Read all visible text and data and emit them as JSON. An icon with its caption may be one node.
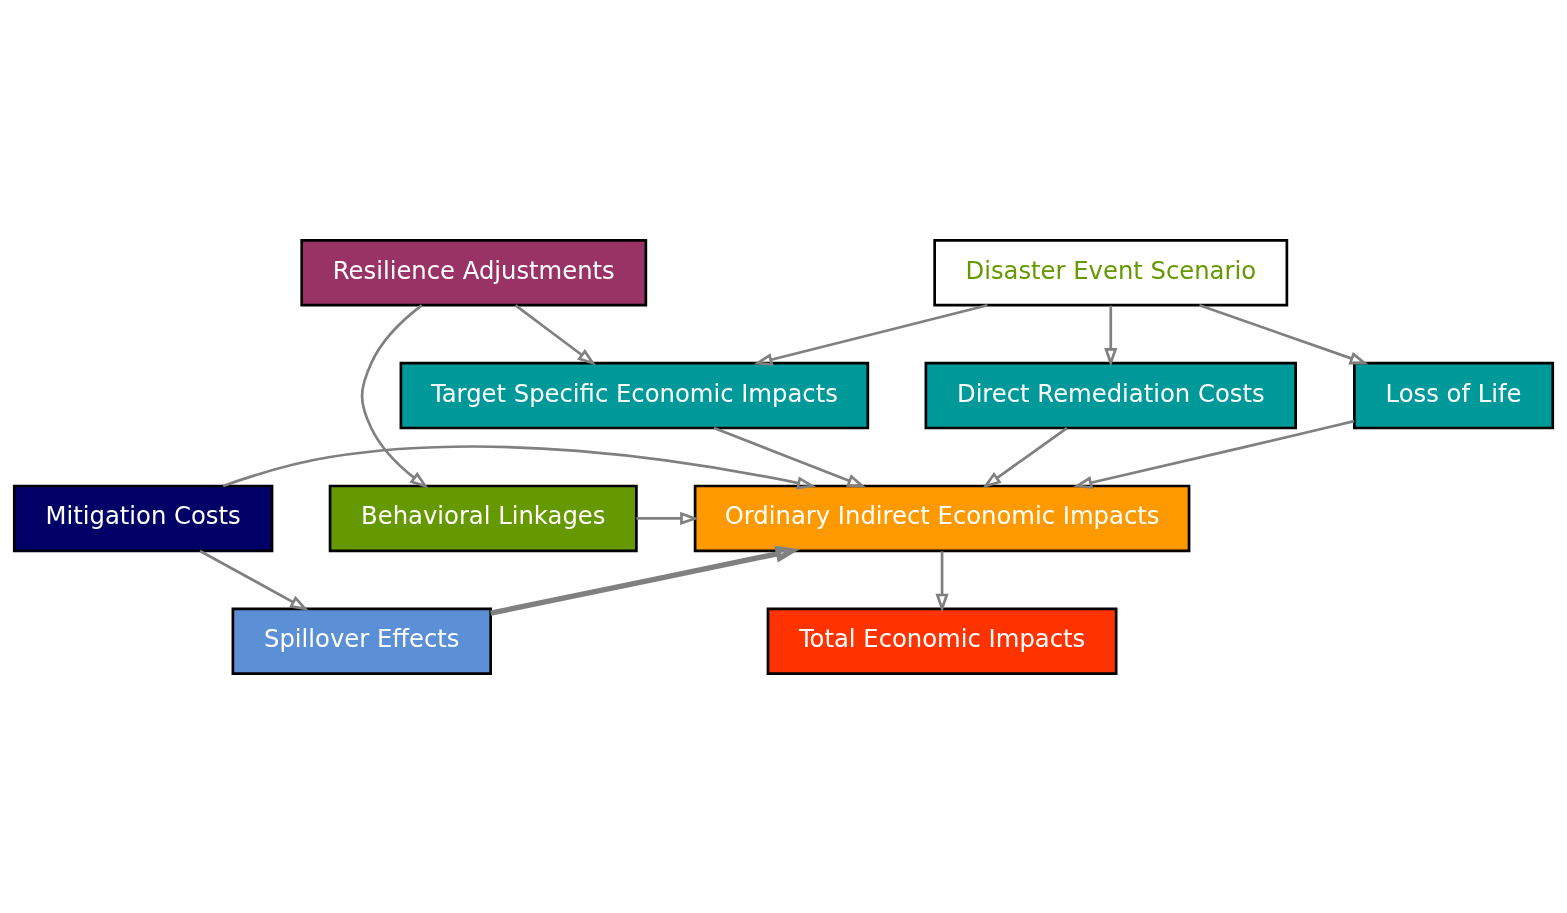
{
  "diagram": {
    "nodes": [
      {
        "text": [
          "Disaster Event Scenario"
        ]
      },
      {
        "text": [
          "Target Specific Economic Impacts"
        ]
      },
      {
        "text": [
          "Loss of Life"
        ]
      },
      {
        "text": [
          "Direct Remediation Costs"
        ]
      },
      {
        "text": [
          "Resilience Adjustments"
        ]
      },
      {
        "text": [
          "Behavioral Linkages"
        ]
      },
      {
        "text": [
          "Ordinary Indirect Economic Impacts"
        ]
      },
      {
        "text": [
          "Mitigation Costs"
        ]
      },
      {
        "text": [
          "Spillover Effects"
        ]
      },
      {
        "text": [
          "Total Economic Impacts"
        ]
      }
    ],
    "edges": [
      {
        "from": 0,
        "to": 1,
        "arrow": "to"
      },
      {
        "from": 0,
        "to": 2,
        "arrow": "to"
      },
      {
        "from": 0,
        "to": 3,
        "arrow": "to"
      },
      {
        "from": 1,
        "to": 6,
        "arrow": "to"
      },
      {
        "from": 2,
        "to": 6,
        "arrow": "to"
      },
      {
        "from": 3,
        "to": 6,
        "arrow": "to"
      },
      {
        "from": 4,
        "to": 1,
        "arrow": "to"
      },
      {
        "from": 4,
        "to": 5,
        "arrow": "to"
      },
      {
        "from": 5,
        "to": 6,
        "arrow": "to"
      },
      {
        "from": 7,
        "to": 6,
        "arrow": "to"
      },
      {
        "from": 7,
        "to": 8,
        "arrow": "to"
      },
      {
        "from": 8,
        "to": 6,
        "arrow": "to",
        "style": "thick"
      },
      {
        "from": 6,
        "to": 9,
        "arrow": "to"
      }
    ]
  }
}
